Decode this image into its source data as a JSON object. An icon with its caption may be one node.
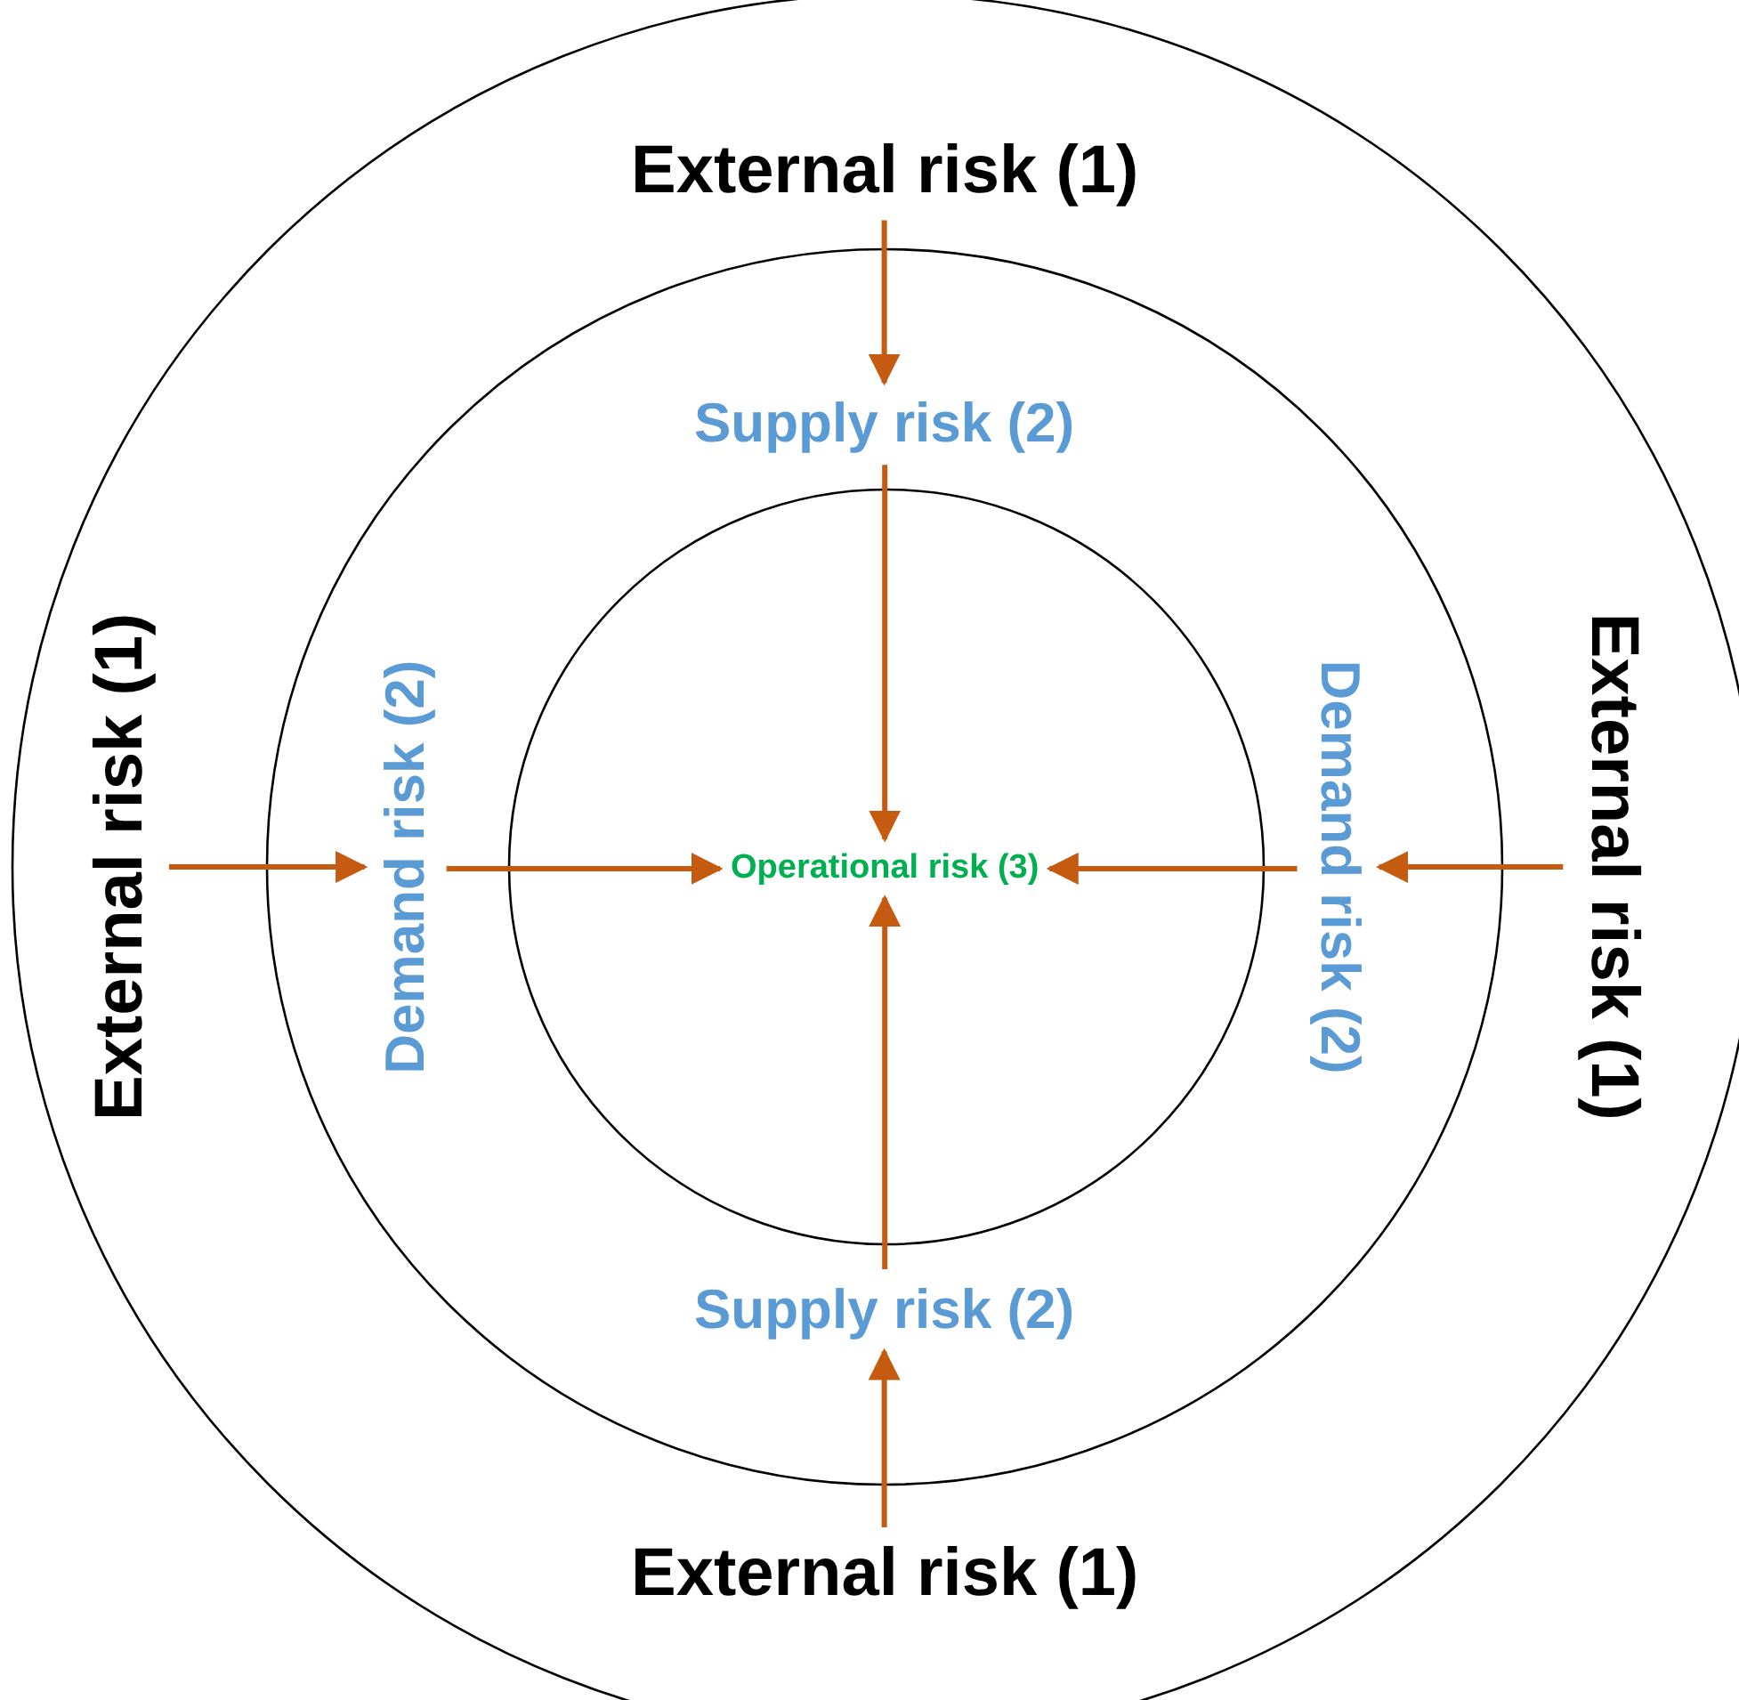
{
  "diagram": {
    "nodes": [
      {
        "text": [
          "External risk (1)"
        ]
      },
      {
        "text": [
          "Supply risk (2)"
        ]
      },
      {
        "text": [
          "External risk (1)"
        ]
      },
      {
        "text": [
          "Demand risk (2)"
        ]
      },
      {
        "text": [
          "Operational risk (3)"
        ]
      },
      {
        "text": [
          "Demand risk (2)"
        ]
      },
      {
        "text": [
          "External risk (1)"
        ]
      },
      {
        "text": [
          "Supply risk (2)"
        ]
      },
      {
        "text": [
          "External risk (1)"
        ]
      }
    ],
    "edges": [
      {
        "from": 0,
        "to": 1,
        "arrow": "to"
      },
      {
        "from": 1,
        "to": 4,
        "arrow": "to"
      },
      {
        "from": 2,
        "to": 3,
        "arrow": "to"
      },
      {
        "from": 3,
        "to": 4,
        "arrow": "to"
      },
      {
        "from": 6,
        "to": 5,
        "arrow": "to"
      },
      {
        "from": 5,
        "to": 4,
        "arrow": "to"
      },
      {
        "from": 8,
        "to": 7,
        "arrow": "to"
      },
      {
        "from": 7,
        "to": 4,
        "arrow": "to"
      }
    ]
  }
}
